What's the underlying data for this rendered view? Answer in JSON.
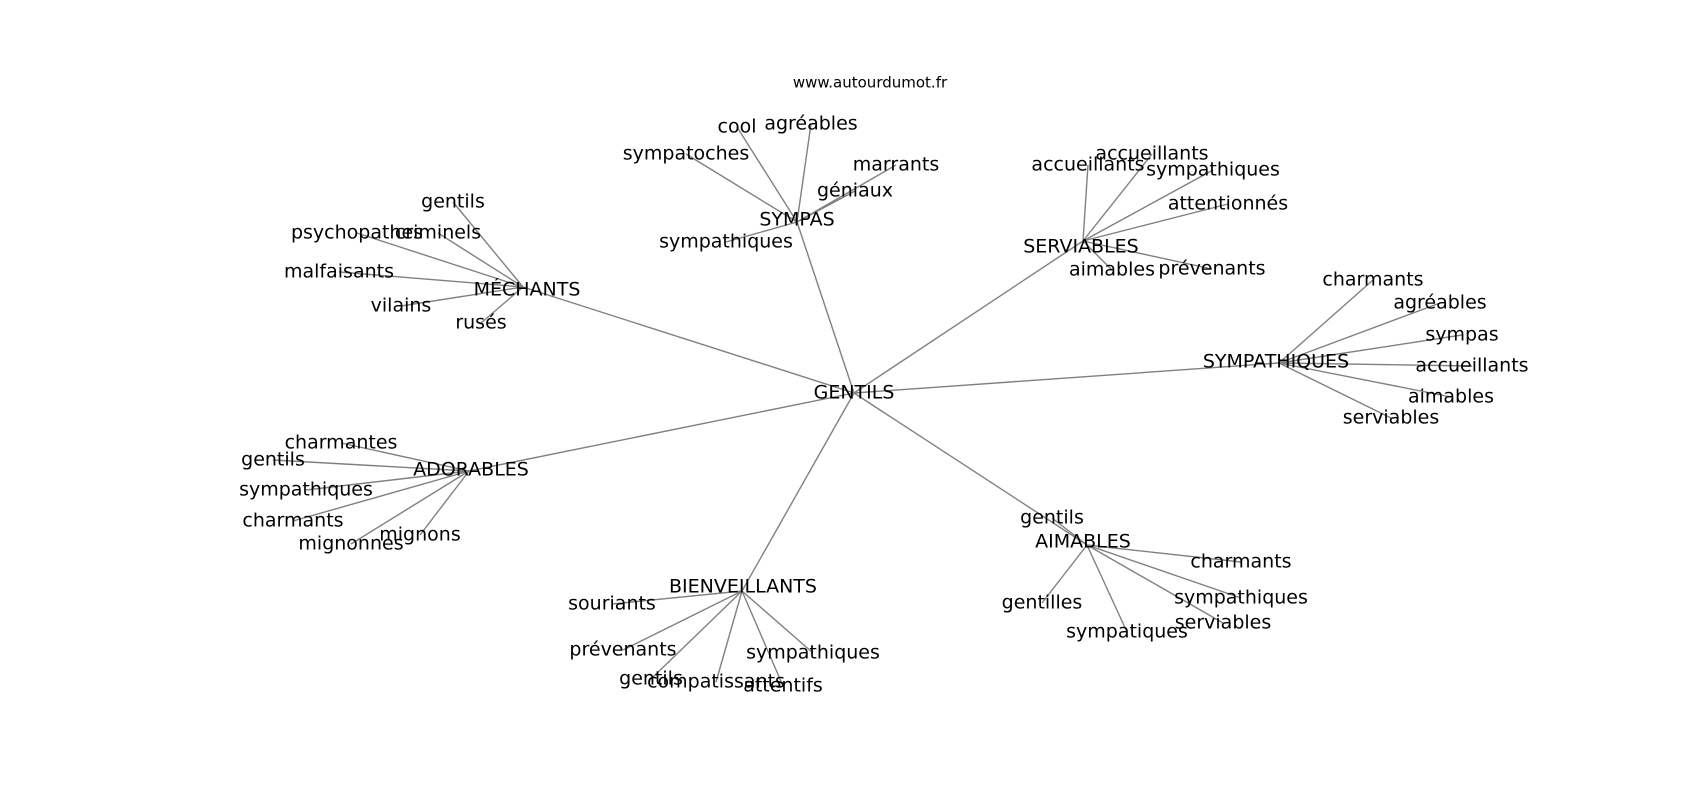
{
  "source": "www.autourdumot.fr",
  "center": "GENTILS",
  "colors": {
    "edge": "#808080",
    "text": "#000000",
    "background": "#ffffff"
  },
  "clusters": [
    {
      "label": "SYMPAS",
      "words": [
        "cool",
        "agréables",
        "sympatoches",
        "marrants",
        "géniaux",
        "sympathiques"
      ]
    },
    {
      "label": "SERVIABLES",
      "words": [
        "accueillants",
        "accueillants",
        "sympathiques",
        "attentionnés",
        "aimables",
        "prévenants"
      ]
    },
    {
      "label": "MÉCHANTS",
      "words": [
        "gentils",
        "psychopathes",
        "criminels",
        "malfaisants",
        "vilains",
        "rusés"
      ]
    },
    {
      "label": "SYMPATHIQUES",
      "words": [
        "charmants",
        "agréables",
        "sympas",
        "accueillants",
        "aimables",
        "serviables"
      ]
    },
    {
      "label": "ADORABLES",
      "words": [
        "charmantes",
        "gentils",
        "sympathiques",
        "charmants",
        "mignonnes",
        "mignons"
      ]
    },
    {
      "label": "AIMABLES",
      "words": [
        "gentils",
        "charmants",
        "gentilles",
        "sympathiques",
        "serviables",
        "sympatiques"
      ]
    },
    {
      "label": "BIENVEILLANTS",
      "words": [
        "souriants",
        "prévenants",
        "sympathiques",
        "gentils",
        "compatissants",
        "attentifs"
      ]
    }
  ]
}
